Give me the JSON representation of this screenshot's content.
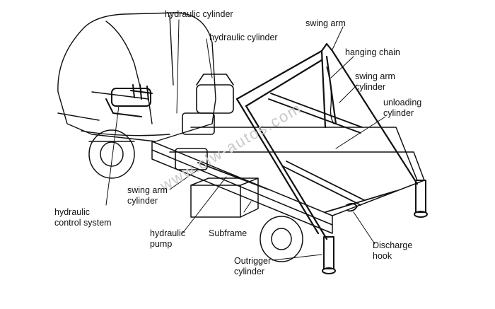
{
  "labels": {
    "hydraulic_cylinder_1": "hydraulic cylinder",
    "hydraulic_cylinder_2": "hydraulic cylinder",
    "swing_arm": "swing arm",
    "hanging_chain": "hanging chain",
    "swing_arm_cylinder_right_1": "swing arm",
    "swing_arm_cylinder_right_2": "cylinder",
    "unloading_cylinder_1": "unloading",
    "unloading_cylinder_2": "cylinder",
    "swing_arm_cylinder_left_1": "swing arm",
    "swing_arm_cylinder_left_2": "cylinder",
    "hydraulic_control_system_1": "hydraulic",
    "hydraulic_control_system_2": "control system",
    "hydraulic_pump_1": "hydraulic",
    "hydraulic_pump_2": "pump",
    "subframe": "Subframe",
    "discharge_hook_1": "Discharge",
    "discharge_hook_2": "hook",
    "outrigger_cylinder_1": "Outrigger",
    "outrigger_cylinder_2": "cylinder"
  },
  "watermark": "www.clw-autos.com",
  "colors": {
    "line": "#111111",
    "watermark": "#c9c9c9",
    "background": "#ffffff"
  }
}
